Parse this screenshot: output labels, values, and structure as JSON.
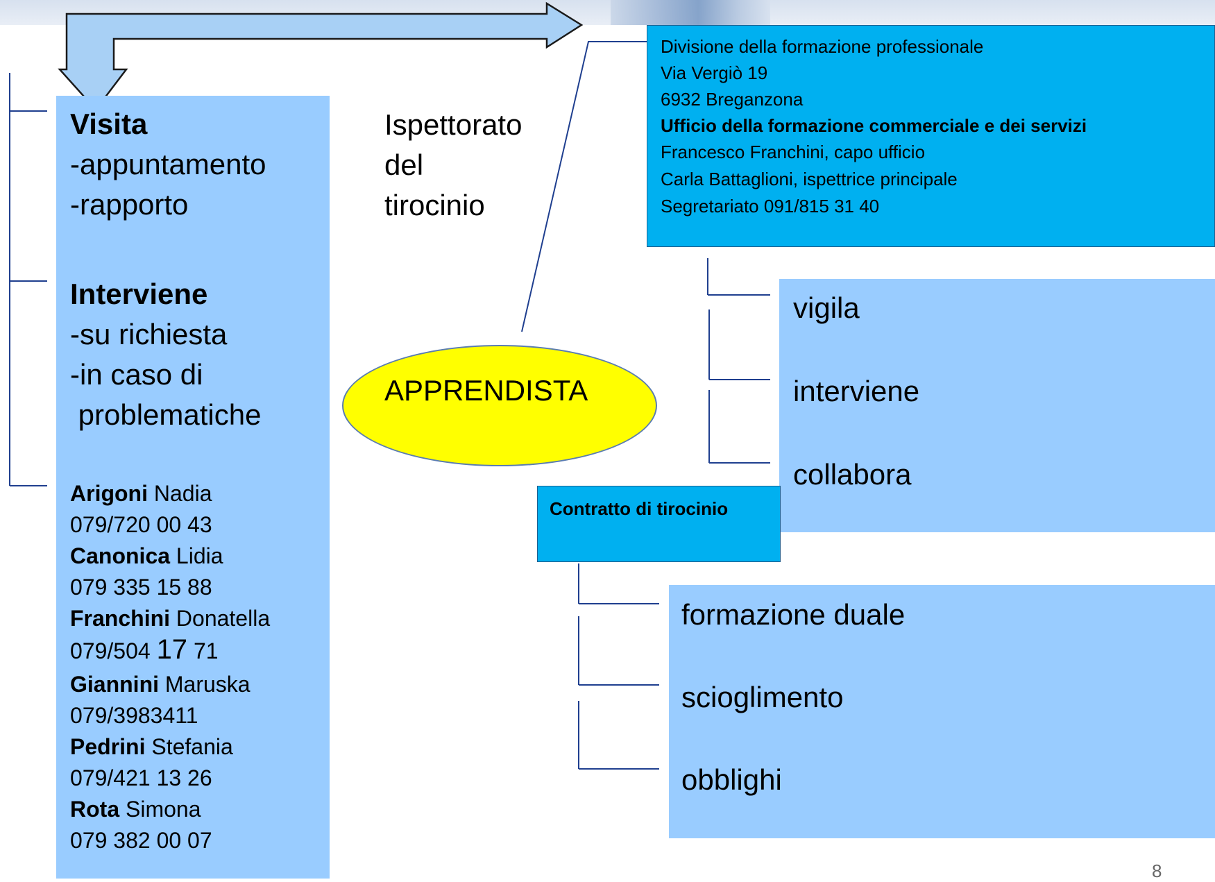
{
  "left_panel": {
    "visita_title": "Visita",
    "visita_items": [
      "-appuntamento",
      "-rapporto"
    ],
    "interviene_title": "Interviene",
    "interviene_items": [
      "-su richiesta",
      "-in caso di",
      " problematiche"
    ],
    "contacts": [
      {
        "surname": "Arigoni",
        "name": "Nadia",
        "phone": "079/720 00 43"
      },
      {
        "surname": "Canonica",
        "name": "Lidia",
        "phone": "079 335 15 88"
      },
      {
        "surname": "Franchini",
        "name": "Donatella",
        "phone_a": "079/504 ",
        "phone_b": "17",
        "phone_c": " 71"
      },
      {
        "surname": "Giannini",
        "name": "Maruska",
        "phone": "079/3983411"
      },
      {
        "surname": "Pedrini",
        "name": "Stefania",
        "phone": "079/421 13 26"
      },
      {
        "surname": "Rota",
        "name": "Simona",
        "phone": "079 382 00 07"
      }
    ]
  },
  "inspectorate": {
    "line1": "Ispettorato",
    "line2": "del",
    "line3": "tirocinio"
  },
  "info_box": {
    "line1": "Divisione della formazione professionale",
    "line2": "Via Vergiò 19",
    "line3": "6932 Breganzona",
    "line4": "Ufficio della formazione commerciale e dei servizi",
    "line5": "Francesco Franchini, capo ufficio",
    "line6": "Carla Battaglioni, ispettrice principale",
    "line7": "Segretariato 091/815 31 40"
  },
  "apprentice": "APPRENDISTA",
  "actions": [
    "vigila",
    "interviene",
    "collabora"
  ],
  "contract": {
    "title": "Contratto di tirocinio",
    "items": [
      "formazione duale",
      "scioglimento",
      "obblighi"
    ]
  },
  "page_number": "8",
  "colors": {
    "light_blue": "#99ccff",
    "cyan": "#00b0f0",
    "yellow": "#ffff00"
  }
}
